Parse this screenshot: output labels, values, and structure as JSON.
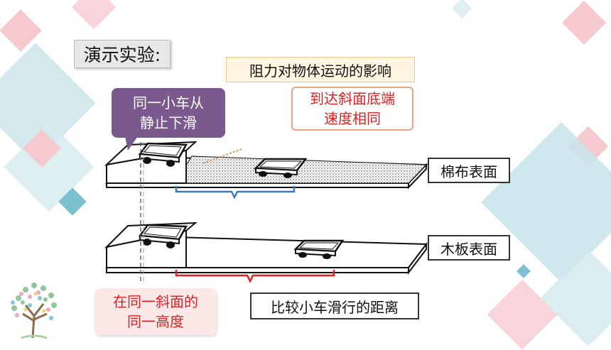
{
  "title": "演示实验:",
  "topic": "阻力对物体运动的影响",
  "car_callout": {
    "line1": "同一小车从",
    "line2": "静止下滑"
  },
  "speed_note": {
    "line1": "到达斜面底端",
    "line2": "速度相同"
  },
  "surfaces": {
    "cotton": "棉布表面",
    "wood": "木板表面"
  },
  "height_note": {
    "line1": "在同一斜面的",
    "line2": "同一高度"
  },
  "distance_note": "比较小车滑行的距离",
  "colors": {
    "callout_purple": "#7a5a8e",
    "red_text": "#e02020",
    "teal_deco": "#bfe0e6",
    "pink_deco": "#f6c9cf",
    "blue_bracket": "#3a7cc4",
    "red_bracket": "#e02020"
  },
  "icons": [
    "tree-logo"
  ]
}
